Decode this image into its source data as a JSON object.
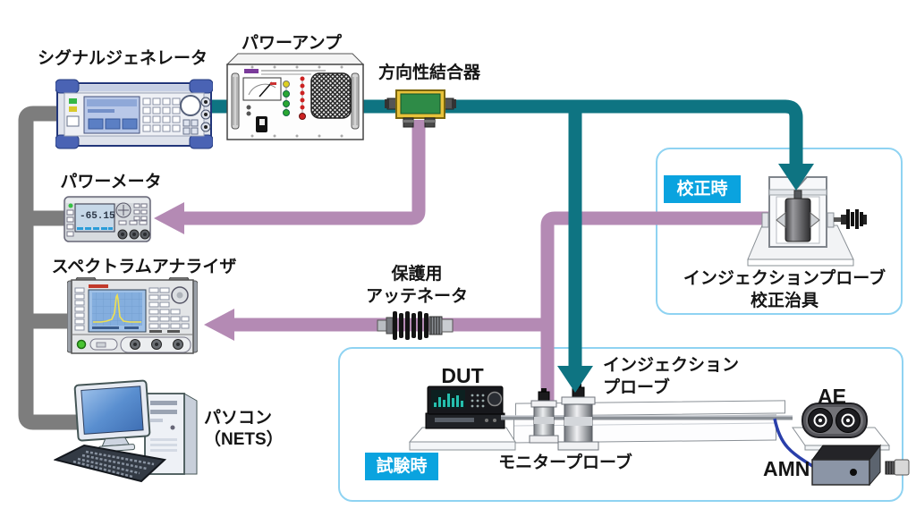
{
  "labels": {
    "signal_generator": "シグナルジェネレータ",
    "power_amp": "パワーアンプ",
    "directional_coupler": "方向性結合器",
    "power_meter": "パワーメータ",
    "spectrum_analyzer": "スペクトラムアナライザ",
    "pc_line1": "パソコン",
    "pc_line2": "（NETS）",
    "attenuator_line1": "保護用",
    "attenuator_line2": "アッテネータ",
    "dut": "DUT",
    "injection_probe_line1": "インジェクション",
    "injection_probe_line2": "プローブ",
    "monitor_probe": "モニタープローブ",
    "calibration_jig_line1": "インジェクションプローブ",
    "calibration_jig_line2": "校正治具",
    "ae": "AE",
    "amn": "AMN"
  },
  "badges": {
    "calibration": "校正時",
    "test": "試験時"
  },
  "power_meter": {
    "reading": "-65.15"
  },
  "colors": {
    "rf_forward": "#0e7482",
    "rf_return": "#b48ab4",
    "control_bus": "#7d7d7d",
    "badge_bg": "#0aa3df",
    "badge_text": "#ffffff",
    "group_border": "#8fd3f2",
    "label_text": "#151515"
  }
}
